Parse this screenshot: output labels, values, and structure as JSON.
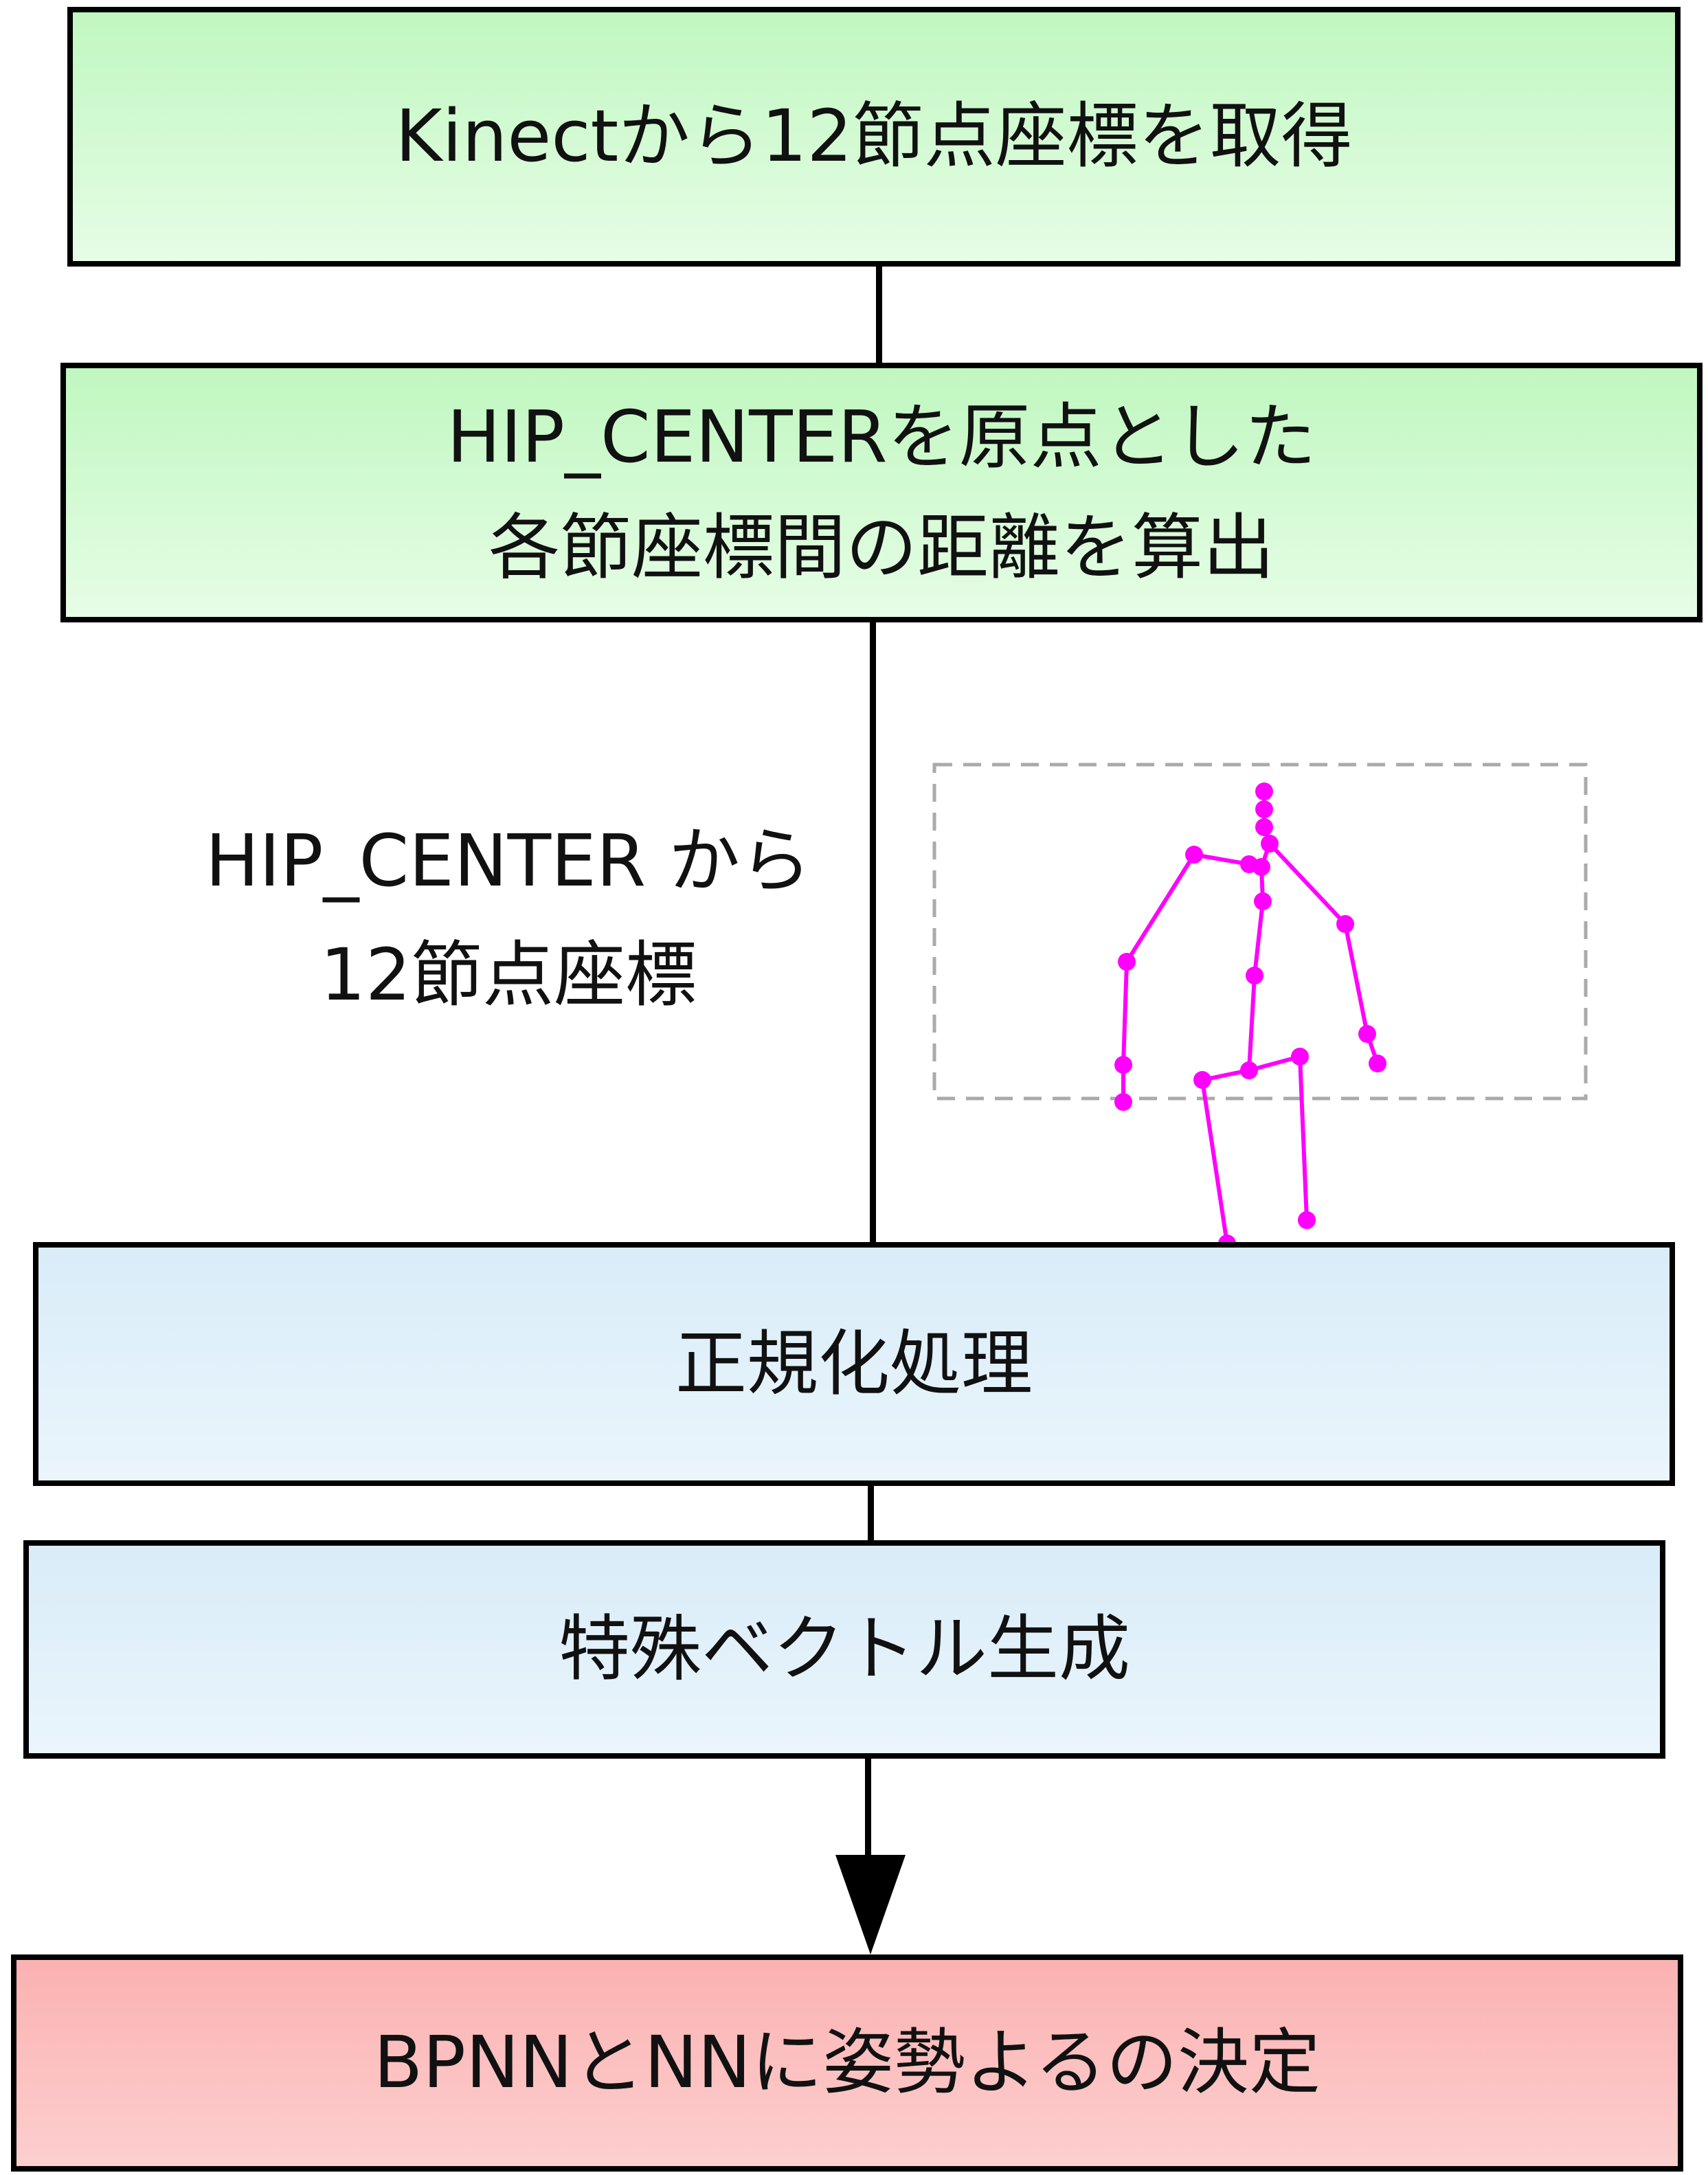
{
  "boxes": {
    "acquire": "Kinectから12節点座標を取得",
    "distance_line1": "HIP_CENTERを原点とした",
    "distance_line2": "各節座標間の距離を算出",
    "normalize": "正規化処理",
    "feature": "特殊ベクトル生成",
    "decide": "BPNNとNNに姿勢よるの決定"
  },
  "side_label": {
    "line1": "HIP_CENTER から",
    "line2": "12節点座標"
  },
  "colors": {
    "process_green": "#c8f8c8",
    "process_blue": "#e0f0fa",
    "decision_red": "#fbbcbc",
    "skeleton": "#ff00ff"
  },
  "skeleton_icon": "human-skeleton-joints-figure"
}
